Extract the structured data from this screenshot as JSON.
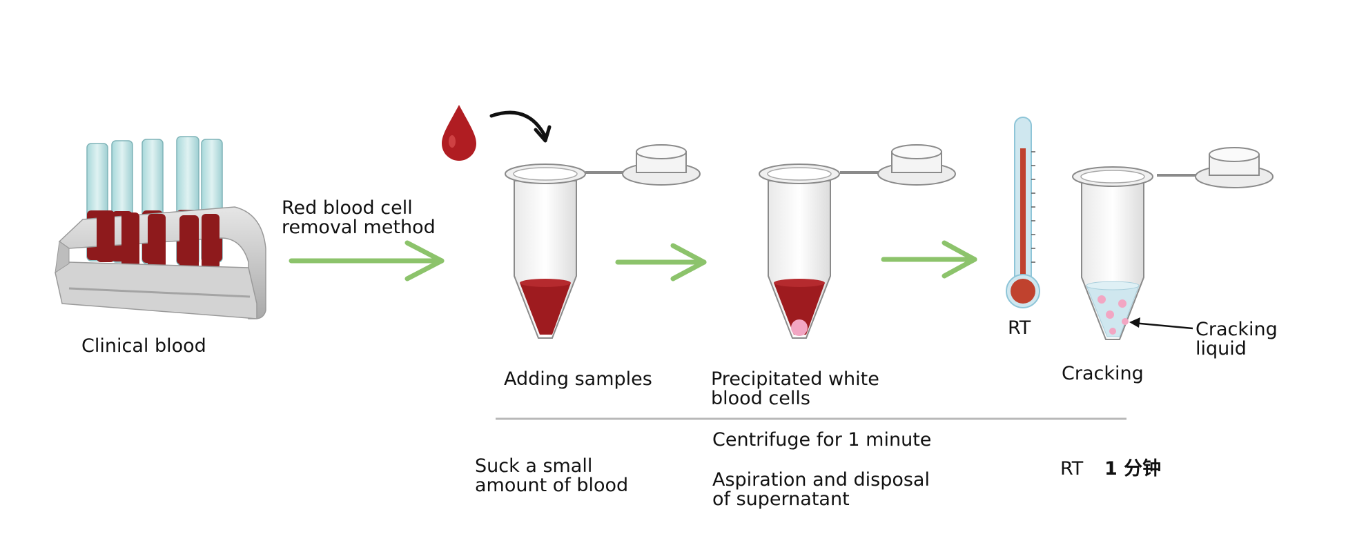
{
  "labels": {
    "clinical_blood": "Clinical blood",
    "rbc_removal": [
      "Red blood cell",
      "removal method"
    ],
    "adding_samples": "Adding samples",
    "precipitated": [
      "Precipitated white",
      "blood cells"
    ],
    "rt_thermo": "RT",
    "cracking": "Cracking",
    "cracking_liquid": [
      "Cracking",
      "liquid"
    ]
  },
  "steps": {
    "suck_blood": [
      "Suck a small",
      "amount of blood"
    ],
    "centrifuge": "Centrifuge for 1 minute",
    "aspiration": [
      "Aspiration and disposal",
      "of supernatant"
    ],
    "rt": "RT",
    "one_minute": "1 分钟"
  },
  "colors": {
    "blood": "#9e1b1f",
    "arrow": "#8cc36b",
    "tube_outline": "#8a8a8a",
    "rack": "#c9c9c9",
    "thermo_bulb": "#c0422e",
    "thermo_glass": "#8ec5d8",
    "pellet": "#f2a6c3",
    "lysis_liquid": "#cfe7ef",
    "divider": "#b8b8b8"
  },
  "icons": [
    "blood-drop-icon",
    "curved-arrow-icon",
    "test-tube-rack-icon",
    "microtube-icon",
    "thermometer-icon",
    "flow-arrow-icon"
  ]
}
